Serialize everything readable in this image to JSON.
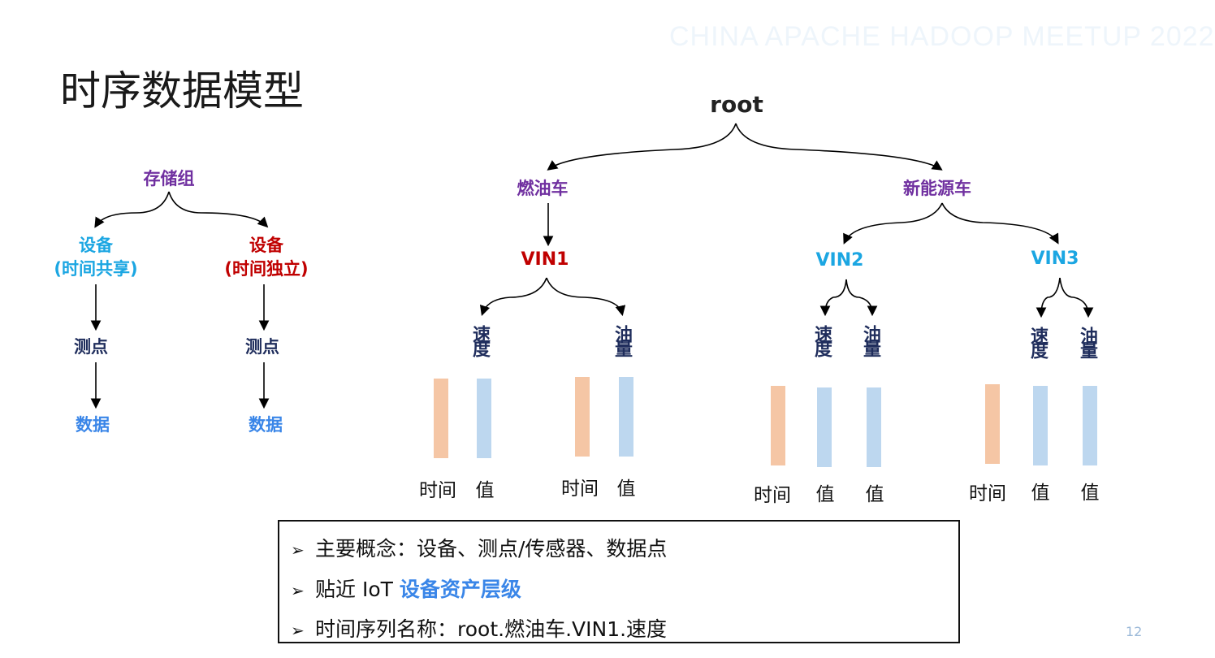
{
  "watermark": "CHINA APACHE HADOOP MEETUP 2022",
  "title": "时序数据模型",
  "left_tree": {
    "root": "存储组",
    "left_device_line1": "设备",
    "left_device_line2": "(时间共享)",
    "right_device_line1": "设备",
    "right_device_line2": "(时间独立)",
    "left_point": "测点",
    "right_point": "测点",
    "left_data": "数据",
    "right_data": "数据"
  },
  "right_tree": {
    "root": "root",
    "fuel_car": "燃油车",
    "ev_car": "新能源车",
    "vin1": "VIN1",
    "vin2": "VIN2",
    "vin3": "VIN3",
    "speed": "速度",
    "fuel": "油量"
  },
  "columns": {
    "time": "时间",
    "value": "值"
  },
  "colors": {
    "purple": "#7030a0",
    "cyan": "#1ba6e2",
    "red": "#c00000",
    "navy": "#1f2d5c",
    "blue": "#3a86e8",
    "orange_bar": "#f5c6a5",
    "blue_bar": "#bdd7ef"
  },
  "bullets": {
    "b1": "主要概念：设备、测点/传感器、数据点",
    "b2_prefix": "贴近 IoT ",
    "b2_highlight": "设备资产层级",
    "b3": "时间序列名称：root.燃油车.VIN1.速度"
  },
  "page_number": "12"
}
